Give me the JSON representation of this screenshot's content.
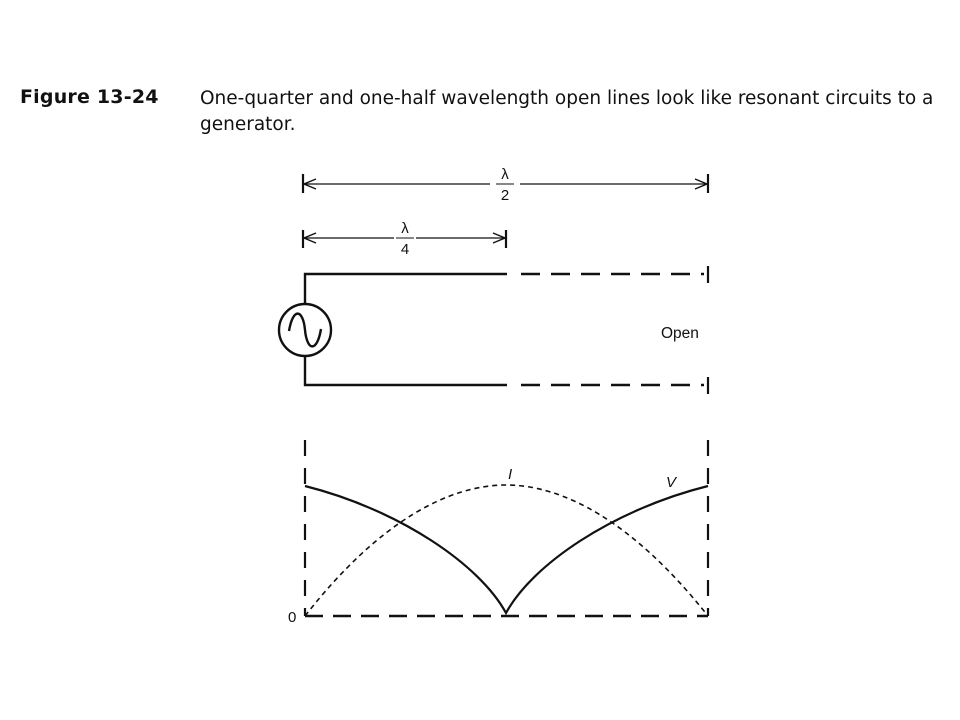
{
  "caption": {
    "label": "Figure 13-24",
    "text": "One-quarter and one-half wavelength open lines look like resonant circuits to a generator."
  },
  "dimensions": {
    "half_wave": {
      "symbol": "λ",
      "denominator": "2"
    },
    "quarter_wave": {
      "symbol": "λ",
      "denominator": "4"
    }
  },
  "line": {
    "open_label": "Open"
  },
  "waveform": {
    "current_label": "I",
    "voltage_label": "V",
    "origin_label": "0"
  },
  "colors": {
    "ink": "#111111",
    "background": "#ffffff"
  }
}
